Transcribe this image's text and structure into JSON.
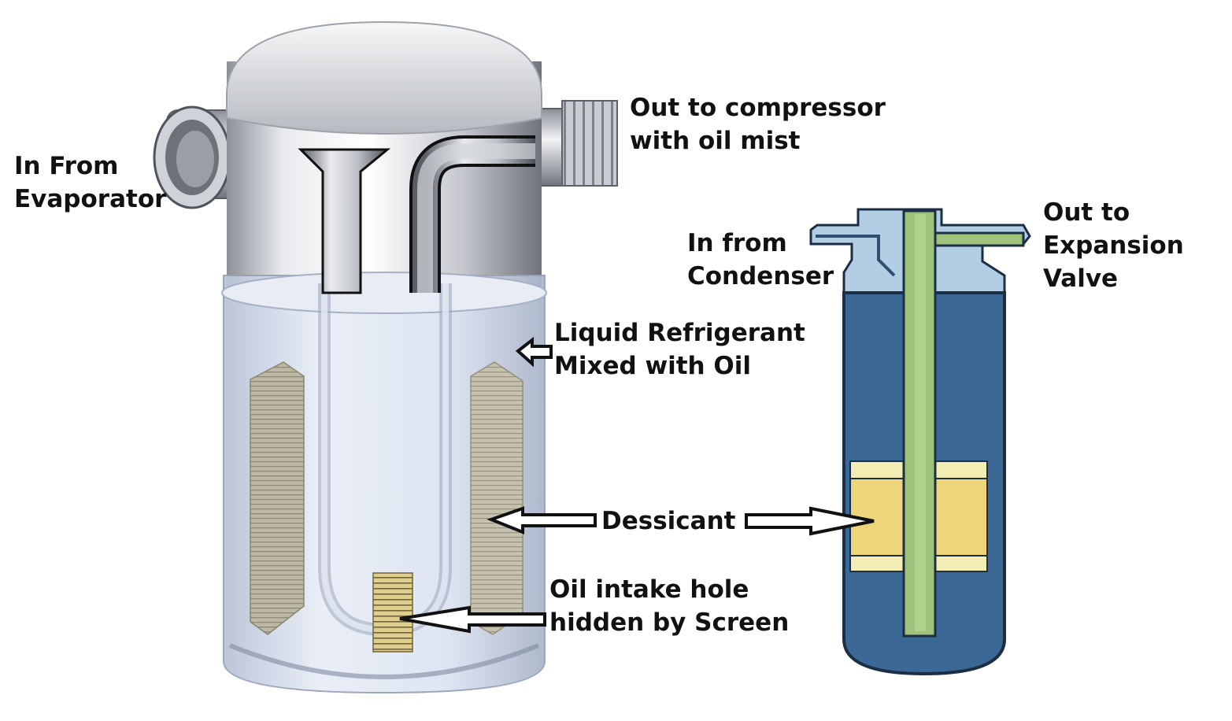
{
  "labels": {
    "in_from_evaporator": {
      "line1": "In From",
      "line2": "Evaporator"
    },
    "out_to_compressor": {
      "line1": "Out to compressor",
      "line2": "with oil mist"
    },
    "liquid_refrigerant": {
      "line1": "Liquid Refrigerant",
      "line2": "Mixed with Oil"
    },
    "dessicant": "Dessicant",
    "oil_intake": {
      "line1": "Oil intake hole",
      "line2": "hidden by Screen"
    },
    "in_from_condenser": {
      "line1": "In from",
      "line2": "Condenser"
    },
    "out_to_expansion": {
      "line1": "Out to",
      "line2": "Expansion",
      "line3": "Valve"
    }
  },
  "colors": {
    "steel": "#c9ccd2",
    "liquid": "#dfe6f3",
    "desiccant_left": "#b9b5a2",
    "desiccant_right": "#c4c0ad",
    "screen": "#d8c88a",
    "receiver_body": "#3b6894",
    "receiver_outline": "#1c2e44",
    "receiver_cap": "#b3cde4",
    "pickup_tube": "#9fc27b",
    "receiver_desiccant": "#eed47a",
    "receiver_desiccant_band": "#f3eeb4",
    "arrow": "#111111"
  }
}
